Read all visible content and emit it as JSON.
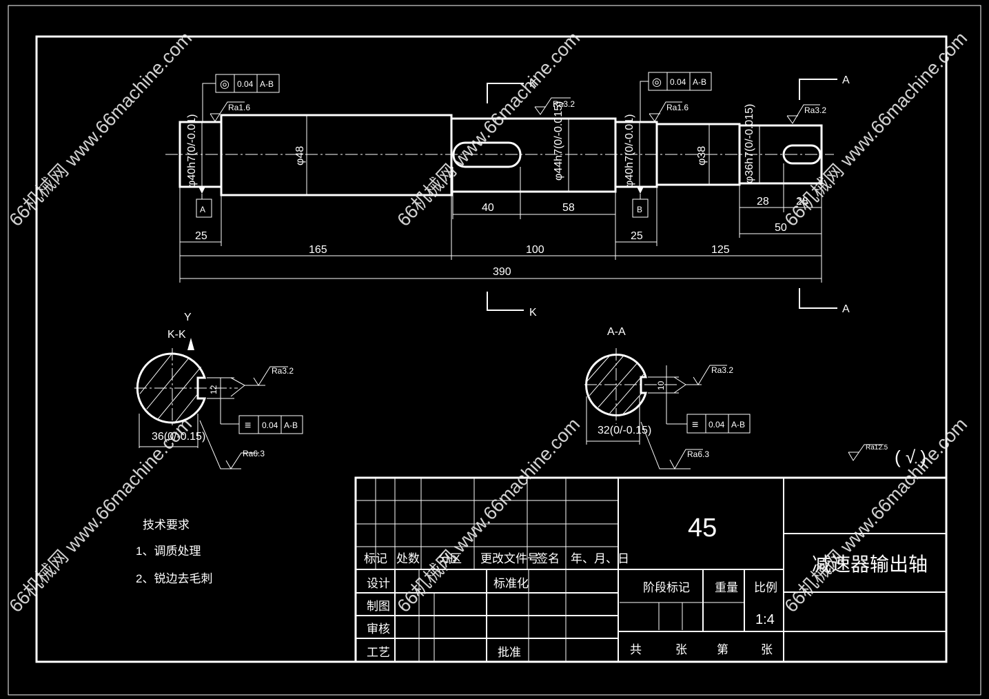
{
  "watermark": "66机械网 www.66machine.com",
  "main_view": {
    "diameters": [
      "φ40h7(0/-0.01)",
      "φ48",
      "φ44h7(0/-0.015)",
      "φ40h7(0/-0.01)",
      "φ38",
      "φ36h7(0/-0.015)"
    ],
    "roughness": [
      "Ra1.6",
      "Ra3.2",
      "Ra1.6",
      "Ra3.2"
    ],
    "gdt_left": {
      "symbol": "◎",
      "tolerance": "0.04",
      "datum": "A-B"
    },
    "gdt_right": {
      "symbol": "◎",
      "tolerance": "0.04",
      "datum": "A-B"
    },
    "datum_a": "A",
    "datum_b": "B",
    "dims": {
      "d25a": "25",
      "d165": "165",
      "d100": "100",
      "d25b": "25",
      "d125": "125",
      "d390": "390",
      "d40": "40",
      "d58": "58",
      "d28a": "28",
      "d28b": "28",
      "d50": "50"
    },
    "section_k": "K",
    "section_a": "A"
  },
  "section_kk": {
    "title": "K-K",
    "view_mark": "Y",
    "key_width": "12",
    "diameter": "36(0/-0.15)",
    "roughness_top": "Ra3.2",
    "roughness_bottom": "Ra6.3",
    "gdt": {
      "symbol": "≡",
      "tolerance": "0.04",
      "datum": "A-B"
    }
  },
  "section_aa": {
    "title": "A-A",
    "key_width": "10",
    "diameter": "32(0/-0.15)",
    "roughness_top": "Ra3.2",
    "roughness_bottom": "Ra6.3",
    "gdt": {
      "symbol": "≡",
      "tolerance": "0.04",
      "datum": "A-B"
    }
  },
  "general_roughness": {
    "value": "Ra12.5",
    "bracket": "( √ )"
  },
  "tech_requirements": {
    "title": "技术要求",
    "items": [
      "1、调质处理",
      "2、锐边去毛刺"
    ]
  },
  "title_block": {
    "material": "45",
    "part_name": "减速器输出轴",
    "headers": [
      "标记",
      "处数",
      "分区",
      "更改文件号",
      "签名",
      "年、月、日"
    ],
    "rows": [
      "设计",
      "制图",
      "审核",
      "工艺"
    ],
    "standardize": "标准化",
    "approve": "批准",
    "stage_mark": "阶段标记",
    "weight": "重量",
    "scale_label": "比例",
    "scale": "1:4",
    "sheets": [
      "共",
      "张",
      "第",
      "张"
    ]
  }
}
